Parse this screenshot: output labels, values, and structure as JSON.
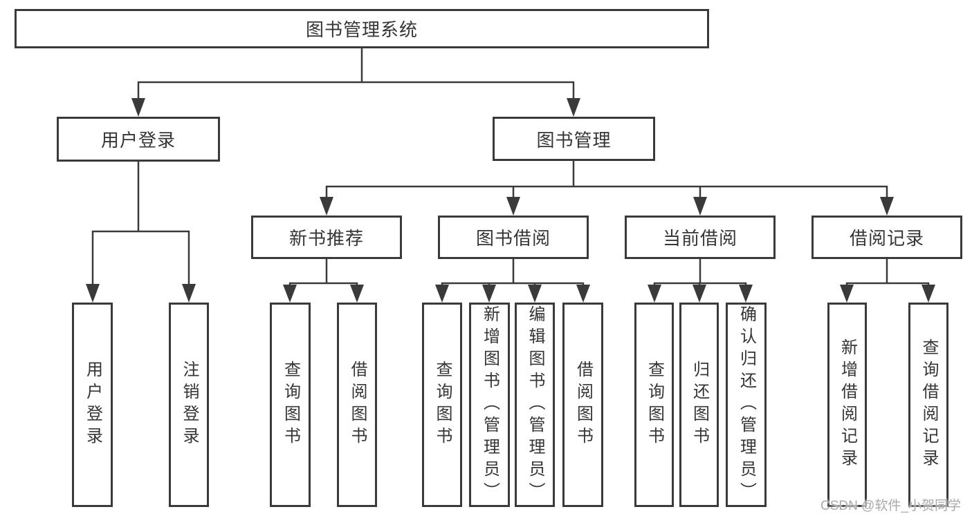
{
  "tree": {
    "label": "图书管理系统",
    "children": [
      {
        "label": "用户登录",
        "children": [
          {
            "label": "用户登录"
          },
          {
            "label": "注销登录"
          }
        ]
      },
      {
        "label": "图书管理",
        "children": [
          {
            "label": "新书推荐",
            "children": [
              {
                "label": "查询图书"
              },
              {
                "label": "借阅图书"
              }
            ]
          },
          {
            "label": "图书借阅",
            "children": [
              {
                "label": "查询图书"
              },
              {
                "label": "新增图书（管理员）"
              },
              {
                "label": "编辑图书（管理员）"
              },
              {
                "label": "借阅图书"
              }
            ]
          },
          {
            "label": "当前借阅",
            "children": [
              {
                "label": "查询图书"
              },
              {
                "label": "归还图书"
              },
              {
                "label": "确认归还（管理员）"
              }
            ]
          },
          {
            "label": "借阅记录",
            "children": [
              {
                "label": "新增借阅记录"
              },
              {
                "label": "查询借阅记录"
              }
            ]
          }
        ]
      }
    ]
  },
  "watermark": {
    "text": "CSDN @软件_小贺同学"
  },
  "colors": {
    "line": "#3a3a3a",
    "text": "#353535",
    "watermark": "#a9a9a9",
    "background": "#ffffff"
  }
}
